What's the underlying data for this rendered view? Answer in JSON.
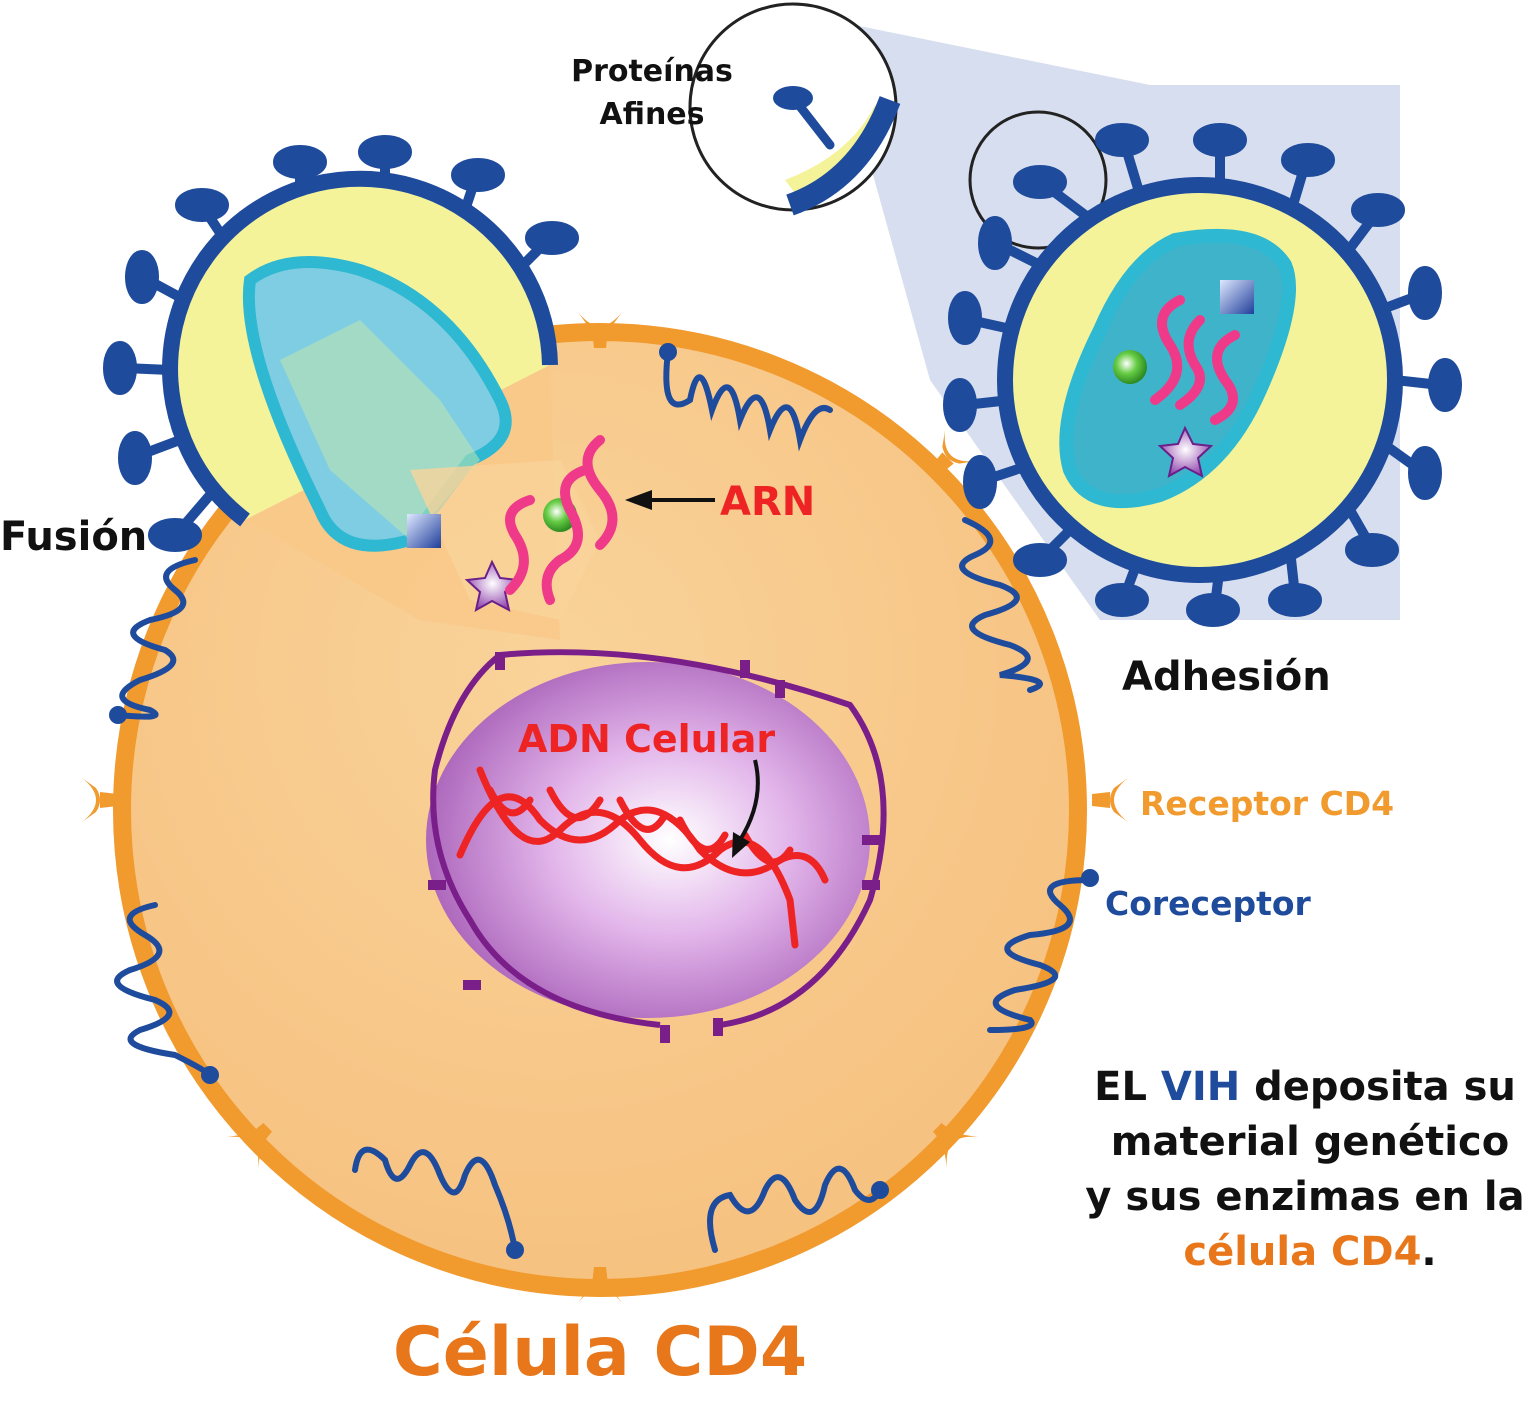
{
  "labels": {
    "proteinas_line1": "Proteínas",
    "proteinas_line2": "Afines",
    "fusion": "Fusión",
    "arn": "ARN",
    "adhesion": "Adhesión",
    "adn_celular": "ADN Celular",
    "receptor_cd4": "Receptor CD4",
    "coreceptor": "Coreceptor",
    "title": "Célula CD4"
  },
  "caption": {
    "line1_part1": "EL ",
    "line1_vih": "VIH",
    "line1_part2": " deposita su",
    "line2": "material genético",
    "line3": "y sus enzimas en la",
    "line4_cell": "célula CD4",
    "line4_period": "."
  },
  "colors": {
    "cell_fill": "#f8c98a",
    "cell_border": "#f19a2e",
    "virus_blue": "#1f4b9c",
    "virus_yellow": "#f4f39a",
    "capsid_cyan": "#5bc2dc",
    "rna_pink": "#ef3a8a",
    "dna_red": "#ee2424",
    "nucleus_purple": "#7a1e8a",
    "orange_text": "#e8761a",
    "blue_text": "#1f4b9c"
  },
  "icons": {
    "receptor": "receptor-cd4-icon",
    "coreceptor": "coreceptor-coil-icon",
    "enzyme_square": "enzyme-square-icon",
    "enzyme_circle": "enzyme-circle-icon",
    "enzyme_star": "enzyme-star-icon"
  }
}
